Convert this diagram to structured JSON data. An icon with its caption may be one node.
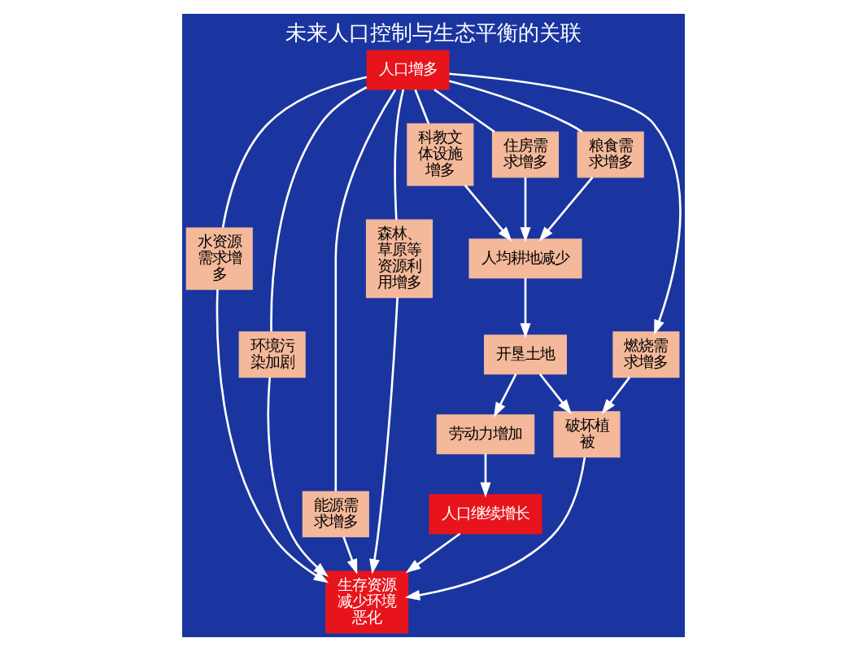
{
  "diagram": {
    "title": "未来人口控制与生态平衡的关联",
    "nodes": [
      {
        "text": [
          "人口增多"
        ]
      },
      {
        "text": [
          "水资源需求增多"
        ]
      },
      {
        "text": [
          "环境污染加剧"
        ]
      },
      {
        "text": [
          "能源需求增多"
        ]
      },
      {
        "text": [
          "森林、草原等资源利用增多"
        ]
      },
      {
        "text": [
          "科教文体设施增多"
        ]
      },
      {
        "text": [
          "住房需求增多"
        ]
      },
      {
        "text": [
          "粮食需求增多"
        ]
      },
      {
        "text": [
          "燃烧需求增多"
        ]
      },
      {
        "text": [
          "人均耕地减少"
        ]
      },
      {
        "text": [
          "生存资源减少环境恶化"
        ]
      },
      {
        "text": [
          "破坏植被"
        ]
      },
      {
        "text": [
          "开垦土地"
        ]
      },
      {
        "text": [
          "劳动力增加"
        ]
      },
      {
        "text": [
          "人口继续增长"
        ]
      }
    ],
    "edges": [
      {
        "from": 0,
        "to": 1,
        "arrow": "none"
      },
      {
        "from": 0,
        "to": 2,
        "arrow": "none"
      },
      {
        "from": 0,
        "to": 3,
        "arrow": "none"
      },
      {
        "from": 0,
        "to": 4,
        "arrow": "none"
      },
      {
        "from": 0,
        "to": 5,
        "arrow": "none"
      },
      {
        "from": 0,
        "to": 6,
        "arrow": "none"
      },
      {
        "from": 0,
        "to": 7,
        "arrow": "none"
      },
      {
        "from": 0,
        "to": 8,
        "arrow": "to"
      },
      {
        "from": 1,
        "to": 10,
        "arrow": "to"
      },
      {
        "from": 2,
        "to": 10,
        "arrow": "to"
      },
      {
        "from": 3,
        "to": 10,
        "arrow": "to"
      },
      {
        "from": 4,
        "to": 10,
        "arrow": "to"
      },
      {
        "from": 5,
        "to": 9,
        "arrow": "to"
      },
      {
        "from": 6,
        "to": 9,
        "arrow": "to"
      },
      {
        "from": 7,
        "to": 9,
        "arrow": "to"
      },
      {
        "from": 8,
        "to": 11,
        "arrow": "to"
      },
      {
        "from": 9,
        "to": 12,
        "arrow": "to"
      },
      {
        "from": 12,
        "to": 11,
        "arrow": "to"
      },
      {
        "from": 11,
        "to": 10,
        "arrow": "to"
      },
      {
        "from": 12,
        "to": 13,
        "arrow": "to"
      },
      {
        "from": 13,
        "to": 14,
        "arrow": "to"
      },
      {
        "from": 14,
        "to": 10,
        "arrow": "to"
      }
    ]
  }
}
